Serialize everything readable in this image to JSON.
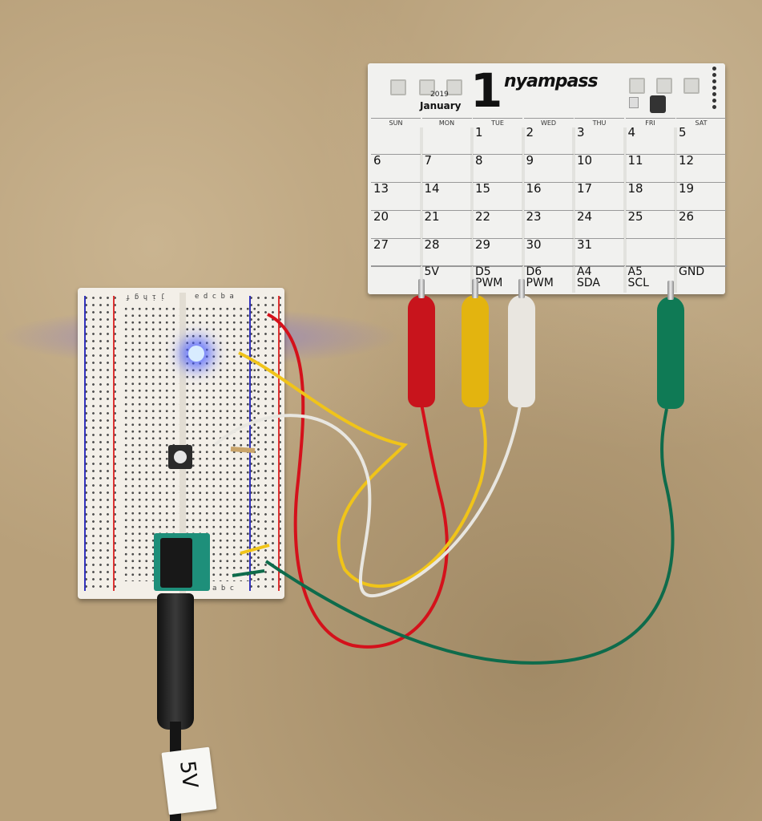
{
  "pcb": {
    "brand": "nyampass",
    "big_number": "1",
    "year": "2019",
    "month": "January",
    "day_names": [
      "SUN",
      "MON",
      "TUE",
      "WED",
      "THU",
      "FRI",
      "SAT"
    ],
    "weeks": [
      [
        "",
        "",
        "1",
        "2",
        "3",
        "4",
        "5"
      ],
      [
        "6",
        "7",
        "8",
        "9",
        "10",
        "11",
        "12"
      ],
      [
        "13",
        "14",
        "15",
        "16",
        "17",
        "18",
        "19"
      ],
      [
        "20",
        "21",
        "22",
        "23",
        "24",
        "25",
        "26"
      ],
      [
        "27",
        "28",
        "29",
        "30",
        "31",
        "",
        ""
      ]
    ],
    "pin_labels": [
      "",
      "5V",
      "D5\nPWM",
      "D6\nPWM",
      "A4\nSDA",
      "A5\nSCL",
      "GND"
    ]
  },
  "breadboard": {
    "left_letters": "j i h g f",
    "right_letters": "e d c b a",
    "bottom_letters": "a b c"
  },
  "tag": {
    "label": "5V"
  },
  "colors": {
    "wire_red": "#d4111b",
    "wire_yellow": "#f0c419",
    "wire_white": "#e8e6e0",
    "wire_green": "#0e6b4b",
    "led_blue": "#4b5bff",
    "clip_red": "#c8141c",
    "clip_yellow": "#e3b40f",
    "clip_white": "#e9e6e0",
    "clip_green": "#0f7a55"
  },
  "icons": [
    "led-icon",
    "push-button-icon",
    "dc-jack-icon",
    "alligator-clip-icon"
  ]
}
